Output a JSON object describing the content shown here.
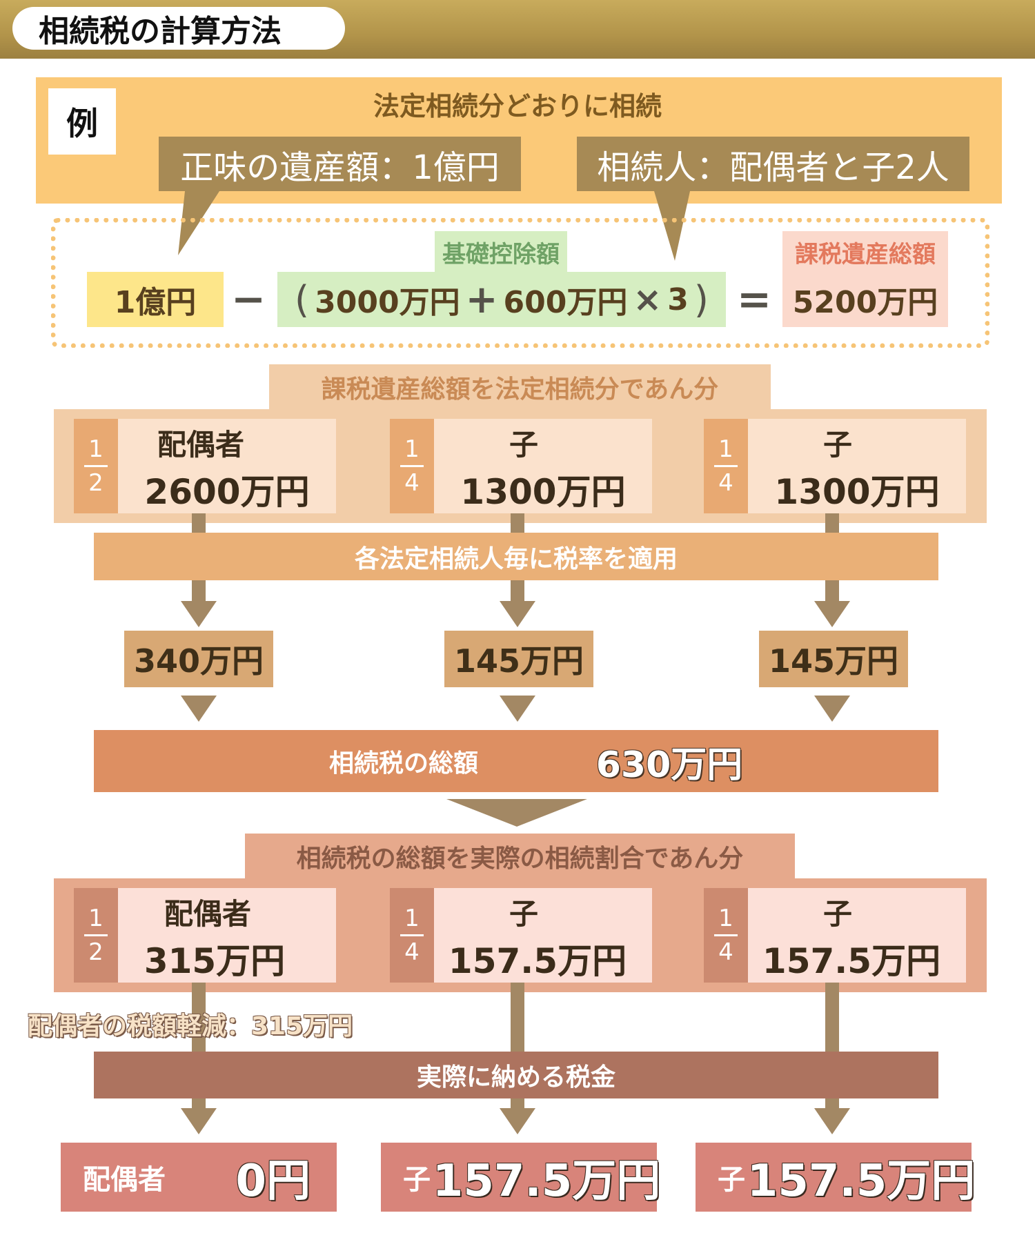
{
  "title": "相続税の計算方法",
  "example": {
    "tag": "例",
    "heading": "法定相続分どおりに相続",
    "estate_chip": "正味の遺産額：1億円",
    "heirs_chip": "相続人：配偶者と子2人"
  },
  "formula": {
    "estate": "1億円",
    "minus": "−",
    "deduction_label": "基礎控除額",
    "paren_open": "(",
    "base": "3000万円",
    "plus": "+",
    "per_heir": "600万円",
    "times": "×",
    "count": "3",
    "paren_close": ")",
    "equals": "=",
    "result_label": "課税遺産総額",
    "result": "5200万円"
  },
  "division1": {
    "heading": "課税遺産総額を法定相続分であん分",
    "boxes": [
      {
        "num": "1",
        "den": "2",
        "who": "配偶者",
        "amount": "2600万円"
      },
      {
        "num": "1",
        "den": "4",
        "who": "子",
        "amount": "1300万円"
      },
      {
        "num": "1",
        "den": "4",
        "who": "子",
        "amount": "1300万円"
      }
    ]
  },
  "apply_rate": "各法定相続人毎に税率を適用",
  "taxes": [
    "340万円",
    "145万円",
    "145万円"
  ],
  "total": {
    "label": "相続税の総額",
    "amount": "630万円"
  },
  "division2": {
    "heading": "相続税の総額を実際の相続割合であん分",
    "boxes": [
      {
        "num": "1",
        "den": "2",
        "who": "配偶者",
        "amount": "315万円"
      },
      {
        "num": "1",
        "den": "4",
        "who": "子",
        "amount": "157.5万円"
      },
      {
        "num": "1",
        "den": "4",
        "who": "子",
        "amount": "157.5万円"
      }
    ]
  },
  "spouse_reduction": "配偶者の税額軽減：315万円",
  "actual_tax": "実際に納める税金",
  "finals": [
    {
      "who": "配偶者",
      "amount": "0円"
    },
    {
      "who": "子",
      "amount": "157.5万円"
    },
    {
      "who": "子",
      "amount": "157.5万円"
    }
  ],
  "colors": {
    "gold": "#b2944a",
    "example_band": "#fbc978",
    "chip": "#a78a55",
    "estate_box": "#fde68a",
    "deduction_box": "#d6eec2",
    "result_box": "#fbd9cc",
    "division1": "#f2cda8",
    "apply_bar": "#eab077",
    "tax_box": "#d8a874",
    "total_bar": "#dd8f62",
    "division2": "#e6a98c",
    "actual_bar": "#ad735f",
    "final_box": "#d8847a",
    "arrow": "#a38864"
  }
}
